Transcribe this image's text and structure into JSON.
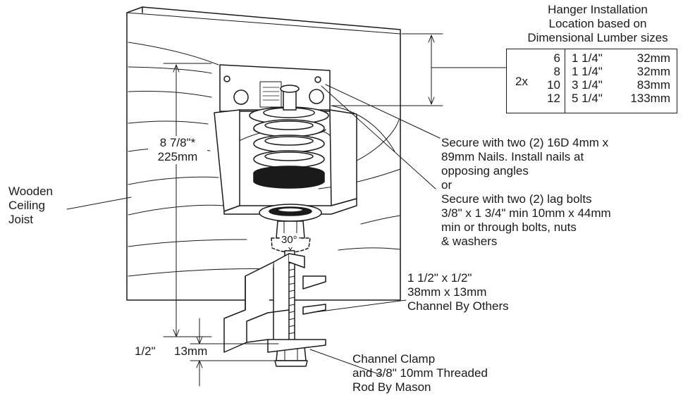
{
  "table": {
    "title_lines": [
      "Hanger Installation",
      "Location based on",
      "Dimensional Lumber sizes"
    ],
    "multiplier": "2x",
    "rows": [
      {
        "lumber": "6",
        "inch": "1 1/4\"",
        "mm": "32mm"
      },
      {
        "lumber": "8",
        "inch": "1 1/4\"",
        "mm": "32mm"
      },
      {
        "lumber": "10",
        "inch": "3 1/4\"",
        "mm": "83mm"
      },
      {
        "lumber": "12",
        "inch": "5 1/4\"",
        "mm": "133mm"
      }
    ]
  },
  "labels": {
    "joist": [
      "Wooden",
      "Ceiling",
      "Joist"
    ],
    "height_inch": "8 7/8\"*",
    "height_mm": "225mm",
    "angle": "30°",
    "nails": [
      "Secure with two (2) 16D 4mm x",
      "89mm Nails. Install nails at",
      "opposing angles",
      "or",
      "Secure with two (2) lag bolts",
      "3/8\" x 1 3/4\" min 10mm x 44mm",
      "min or through bolts, nuts",
      "& washers"
    ],
    "channel": [
      "1 1/2\" x 1/2\"",
      "38mm x 13mm",
      "Channel By Others"
    ],
    "gap_inch": "1/2\"",
    "gap_mm": "13mm",
    "clamp": [
      "Channel Clamp",
      "and 3/8\" 10mm Threaded",
      "Rod By Mason"
    ]
  },
  "colors": {
    "ink": "#1a1a1a",
    "paper": "#ffffff",
    "pad": "#1a1a1a"
  }
}
